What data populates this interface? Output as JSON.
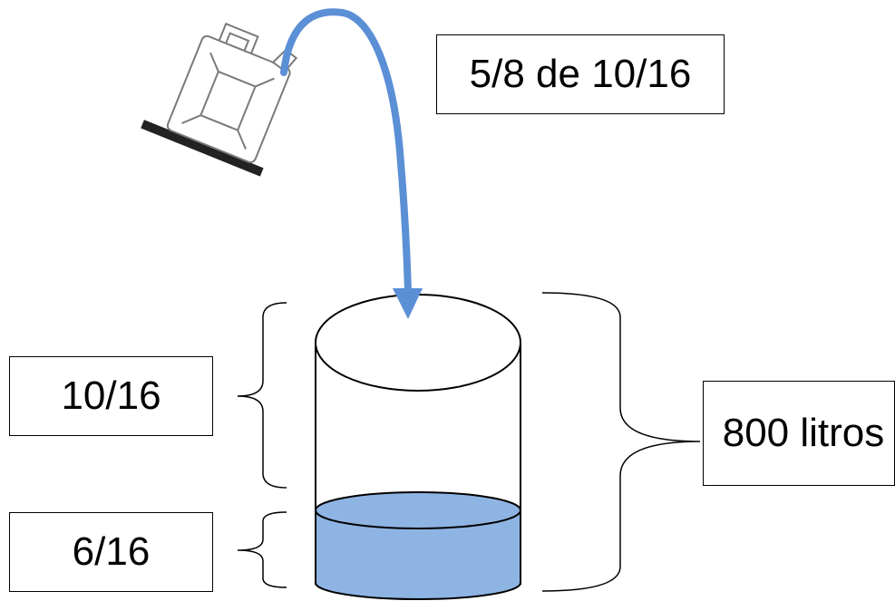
{
  "labels": {
    "pour_fraction": "5/8 de 10/16",
    "empty_fraction": "10/16",
    "filled_fraction": "6/16",
    "total_volume": "800 litros"
  },
  "colors": {
    "arrow": "#5B8FD6",
    "liquid": "#8EB4E3",
    "outline": "#000000",
    "can_outline": "#7a7a7a",
    "can_base": "#222222"
  },
  "icons": {
    "can": "jerry-can-icon",
    "arrow": "pour-arrow-icon"
  }
}
